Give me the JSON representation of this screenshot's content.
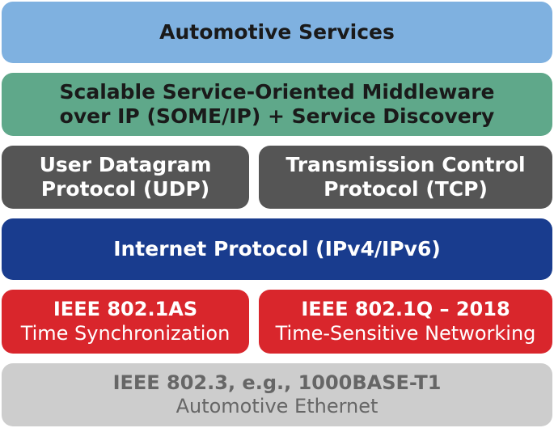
{
  "layers": {
    "services": {
      "line1": "Automotive Services",
      "bg": "#7fb1e0",
      "fg": "#1a1a1a"
    },
    "someip": {
      "line1": "Scalable Service-Oriented Middleware",
      "line2": "over IP (SOME/IP) + Service Discovery",
      "bg": "#5fa88a",
      "fg": "#1a1a1a"
    },
    "udp": {
      "line1": "User Datagram",
      "line2": "Protocol (UDP)",
      "bg": "#555555",
      "fg": "#ffffff"
    },
    "tcp": {
      "line1": "Transmission Control",
      "line2": "Protocol (TCP)",
      "bg": "#555555",
      "fg": "#ffffff"
    },
    "ip": {
      "line1": "Internet Protocol (IPv4/IPv6)",
      "bg": "#193c8e",
      "fg": "#ffffff"
    },
    "as": {
      "line1": "IEEE 802.1AS",
      "line2": "Time Synchronization",
      "bg": "#d9262c",
      "fg": "#ffffff"
    },
    "tsn": {
      "line1": "IEEE 802.1Q – 2018",
      "line2": "Time-Sensitive Networking",
      "bg": "#d9262c",
      "fg": "#ffffff"
    },
    "eth": {
      "line1": "IEEE 802.3, e.g., 1000BASE-T1",
      "line2": "Automotive Ethernet",
      "bg": "#cdcdcd",
      "fg": "#666666"
    }
  }
}
